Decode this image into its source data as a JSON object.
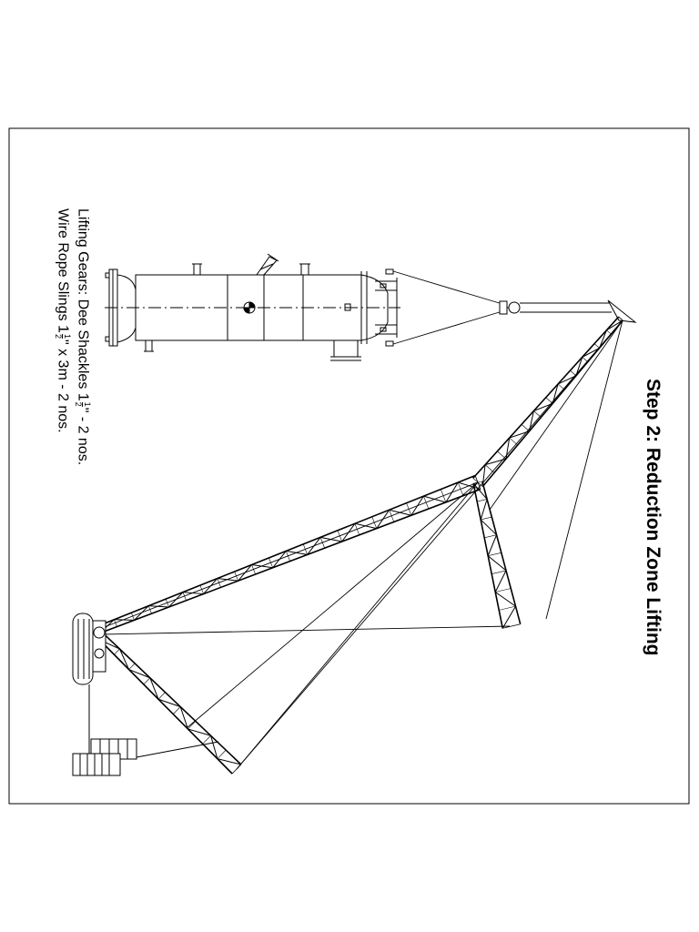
{
  "drawing": {
    "title": "Step 2: Reduction Zone Lifting",
    "notes": {
      "gears": {
        "prefix": "Lifting Gears: Dee Shackles 1",
        "frac_num": "1",
        "frac_den": "2",
        "suffix": "\" - 2 nos."
      },
      "slings": {
        "prefix": "Wire Rope Slings 1",
        "frac_num": "1",
        "frac_den": "2",
        "suffix": "\" x 3m - 2 nos."
      }
    }
  }
}
